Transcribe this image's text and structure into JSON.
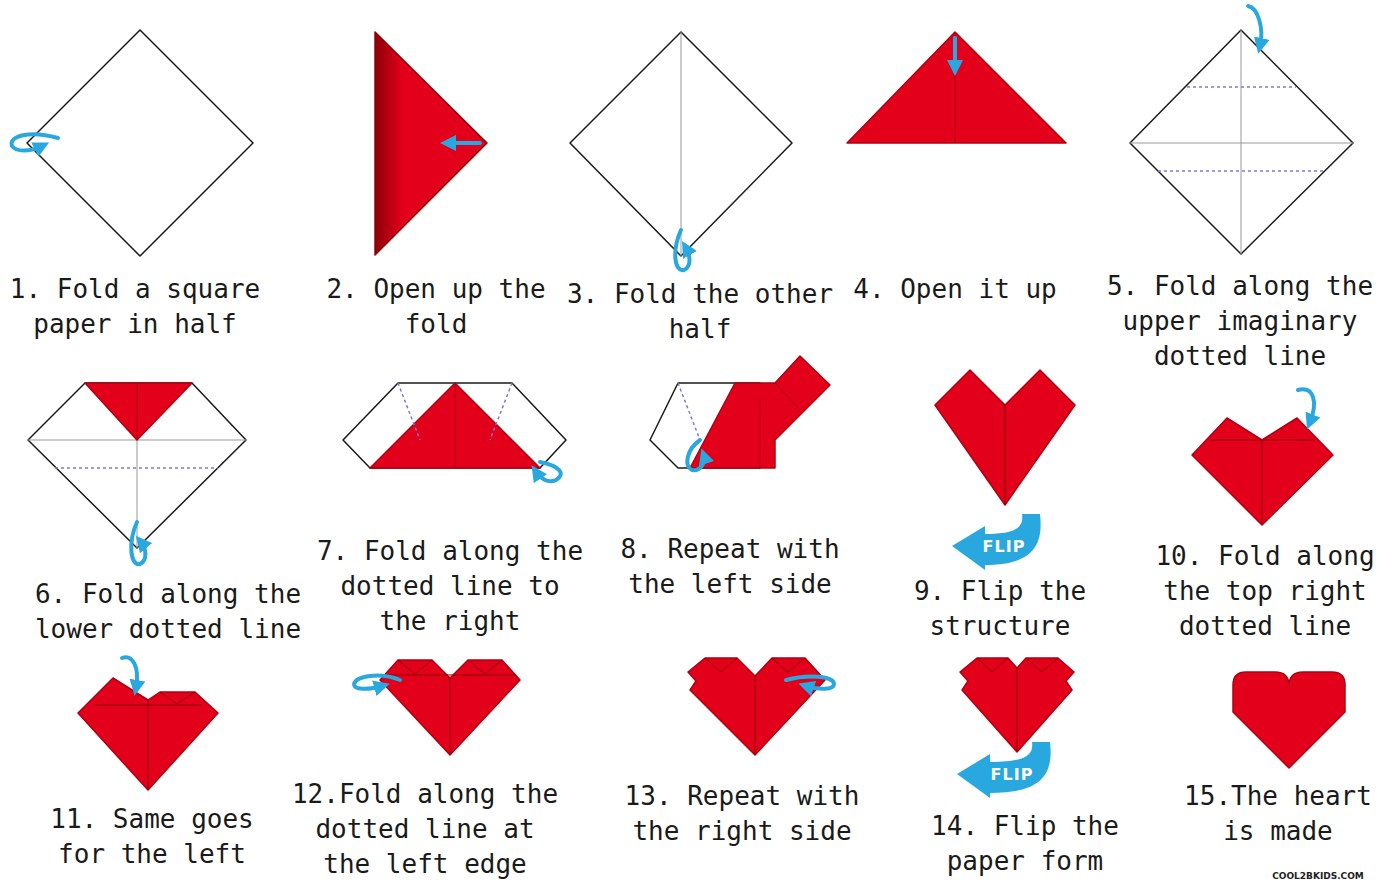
{
  "diagram": {
    "labels": [
      "1. Fold a square paper in half",
      "2. Open up the fold",
      "3. Fold the other half",
      "4. Open it up",
      "5. Fold along the upper imaginary dotted line",
      "6. Fold along the lower dotted line",
      "7. Fold along the dotted line to the right",
      "8. Repeat with the left side",
      "FLIP",
      "9. Flip the structure",
      "10. Fold along the top right dotted line",
      "11. Same goes for the left",
      "12.Fold along the dotted line at the left edge",
      "13. Repeat with the right side",
      "FLIP",
      "14. Flip the paper form",
      "15.The heart is made",
      "COOL2BKIDS.COM"
    ]
  }
}
